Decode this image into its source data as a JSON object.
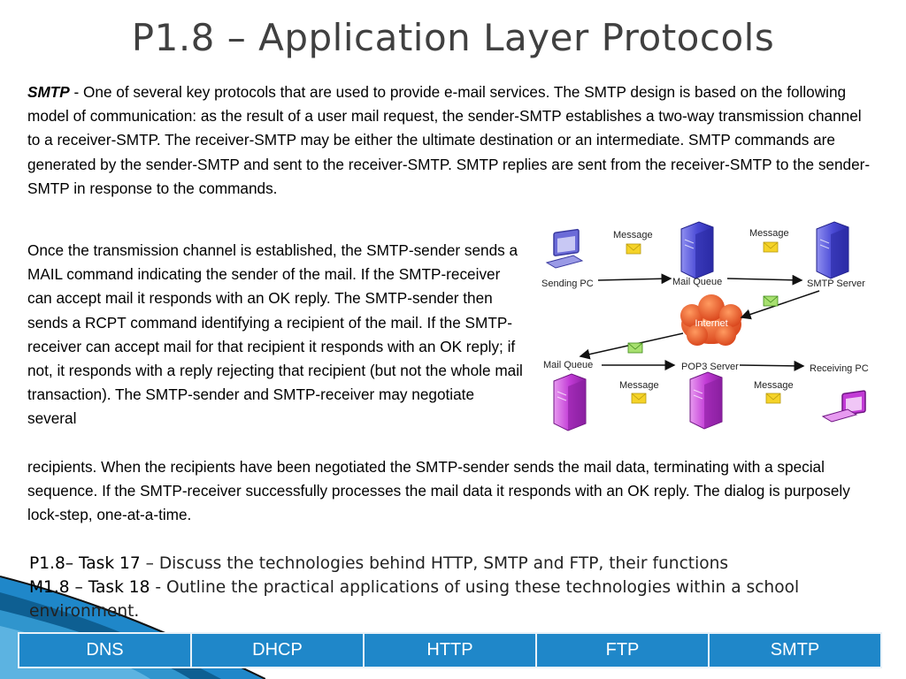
{
  "slide": {
    "title": "P1.8 – Application Layer Protocols"
  },
  "smtp_paragraph": {
    "term": "SMTP",
    "text": " - One of several key protocols that are used to provide e-mail services. The SMTP design is based on the following model of communication:  as    the result of a user mail request, the sender-SMTP establishes a    two-way transmission channel to a receiver-SMTP.  The receiver-SMTP    may be either the ultimate destination or an intermediate.  SMTP    commands are generated by the sender-SMTP and sent to the receiver-SMTP.  SMTP replies are sent from the receiver-SMTP to the sender-SMTP in response to the commands."
  },
  "session_paragraph": {
    "text_top": "Once the transmission channel is established, the SMTP-sender sends a MAIL command indicating the sender of the mail.  If the SMTP-receiver can accept mail it responds with an OK reply.  The SMTP-sender then sends a RCPT command identifying a recipient of the mail.  If the SMTP-receiver can accept mail for that recipient it responds with an OK reply; if not, it responds with a reply rejecting that recipient (but not the whole mail transaction).  The SMTP-sender and SMTP-receiver may negotiate several",
    "text_bottom": "recipients.  When the recipients have been negotiated the SMTP-sender sends the mail data, terminating with a special sequence.  If the SMTP-receiver successfully processes the mail data it responds with an OK reply.  The dialog is purposely lock-step, one-at-a-time."
  },
  "diagram": {
    "sending_pc": "Sending PC",
    "mail_queue_top": "Mail Queue",
    "smtp_server": "SMTP Server",
    "internet": "Internet",
    "mail_queue_bottom": "Mail Queue",
    "pop3_server": "POP3 Server",
    "receiving_pc": "Receiving PC",
    "message_1": "Message",
    "message_2": "Message",
    "message_3": "Message",
    "message_4": "Message"
  },
  "tasks": {
    "task17_label": "P1.8– Task 17",
    "task17_text": " – Discuss the technologies behind HTTP, SMTP and FTP, their functions",
    "task18_label": "M1.8 – Task 18",
    "task18_text": " - Outline the practical applications of using these technologies within a school environment."
  },
  "protocols": [
    "DNS",
    "DHCP",
    "HTTP",
    "FTP",
    "SMTP"
  ],
  "colors": {
    "title": "#404040",
    "table_cell": "#1f87c9",
    "swoosh_blue": "#1f87c9",
    "server_blue": "#5a5adf",
    "server_purple": "#c23bd6",
    "internet_cloud": "#e8501e",
    "envelope": "#f5d328"
  }
}
